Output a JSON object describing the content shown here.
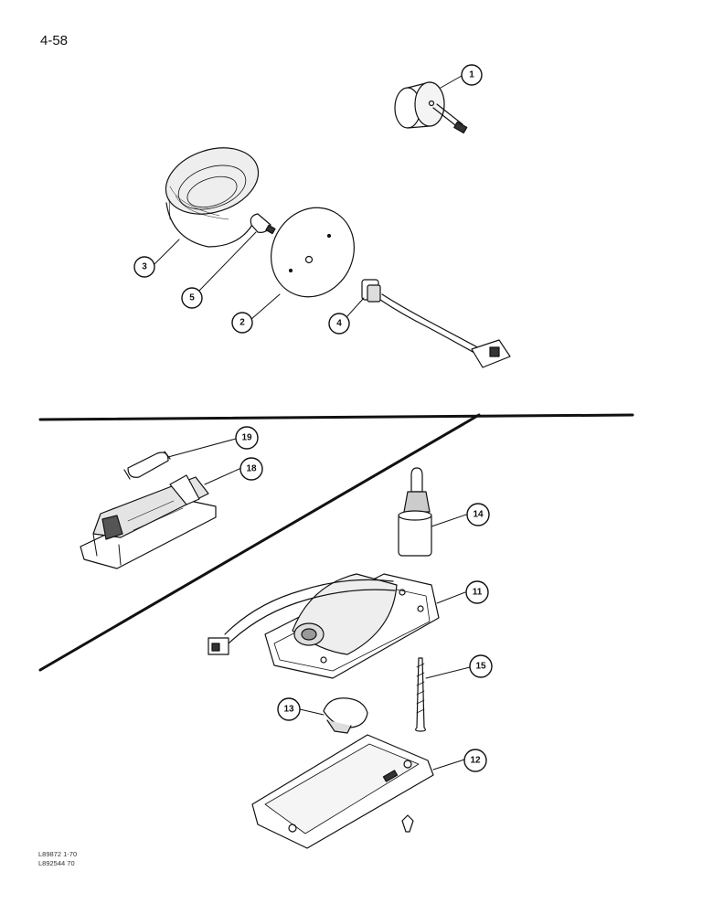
{
  "page_number": "4-58",
  "callouts": {
    "c1": "1",
    "c2": "2",
    "c3": "3",
    "c4": "4",
    "c5": "5",
    "c11": "11",
    "c12": "12",
    "c13": "13",
    "c14": "14",
    "c15": "15",
    "c18": "18",
    "c19": "19"
  },
  "illustration_codes": [
    "L89872 1-70",
    "L892544 70"
  ]
}
